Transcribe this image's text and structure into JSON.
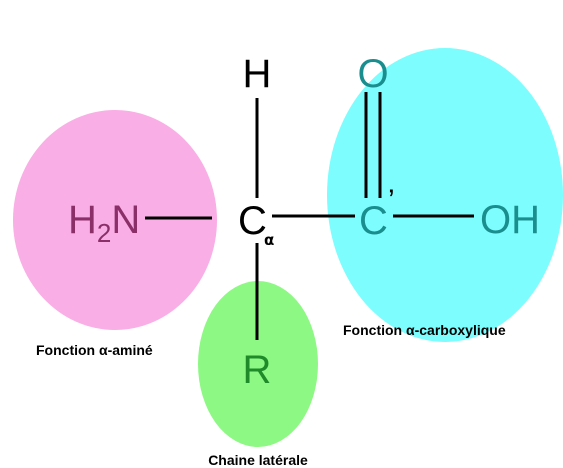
{
  "atoms": {
    "hydrogen": "H",
    "amine_main": "H",
    "amine_subscript": "2",
    "amine_tail": "N",
    "alpha_carbon": "C",
    "alpha_subscript": "α",
    "carboxyl_carbon": "C",
    "carbonyl_oxygen": "O",
    "hydroxyl": "OH",
    "prime_mark": "’",
    "side_chain": "R"
  },
  "labels": {
    "amine_group": "Fonction α-aminé",
    "carboxyl_group": "Fonction α-carboxylique",
    "side_chain": "Chaine latérale"
  },
  "colors": {
    "amine_region": "#f9aee5",
    "carboxyl_region": "#7dfdfd",
    "side_chain_region": "#8df883",
    "amine_text": "#8b2f68",
    "carboxyl_text": "#1a8e8e",
    "side_chain_text": "#1e8a2a",
    "bond": "#000000"
  }
}
